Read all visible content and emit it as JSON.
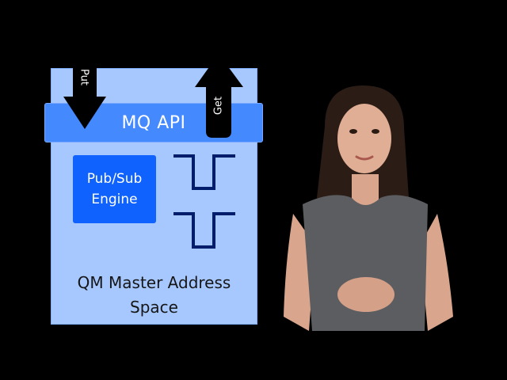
{
  "diagram": {
    "api_label": "MQ API",
    "engine_label": "Pub/Sub\nEngine",
    "address_space_label": "QM Master Address\nSpace",
    "put_label": "Put",
    "get_label": "Get"
  },
  "colors": {
    "box_fill": "#a6c8ff",
    "api_fill": "#4589ff",
    "engine_fill": "#0f62fe",
    "queue_stroke": "#001d6c",
    "arrow_fill": "#000000"
  }
}
